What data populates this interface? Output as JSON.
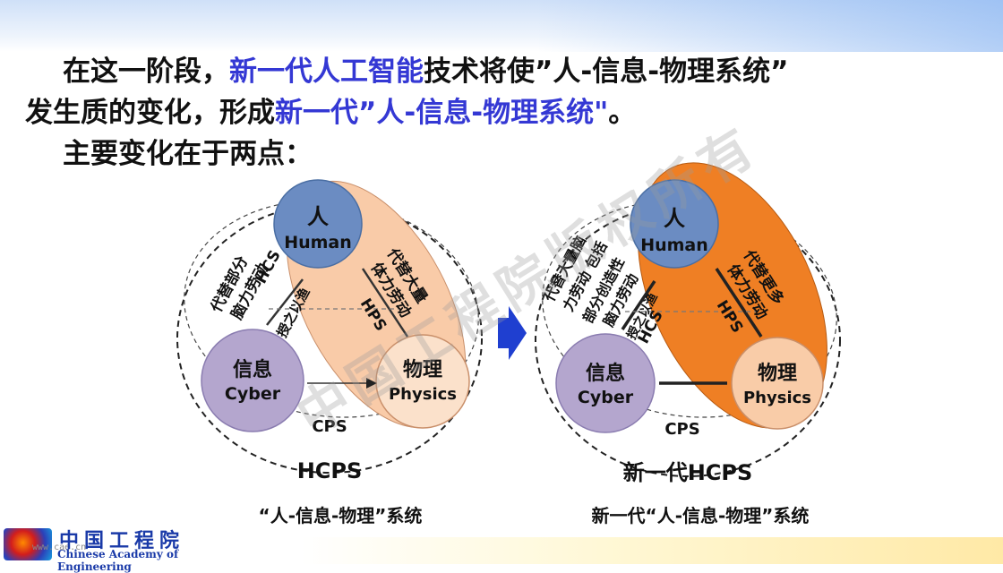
{
  "intro": {
    "line1_a": "在这一阶段，",
    "line1_b": "新一代人工智能",
    "line1_c": "技术将使”人-信息-物理系统”",
    "line2_a": "发生质的变化，形成",
    "line2_b": "新一代”人-信息-物理系统\"",
    "line2_c": "。",
    "line3": "主要变化在于两点："
  },
  "left_diagram": {
    "human_cn": "人",
    "human_en": "Human",
    "cyber_cn": "信息",
    "cyber_en": "Cyber",
    "physics_cn": "物理",
    "physics_en": "Physics",
    "hcs": "HCS",
    "hps": "HPS",
    "cps": "CPS",
    "outer": "HCPS",
    "caption": "“人-信息-物理”系统",
    "label_left_1": "代替部分",
    "label_left_2": "脑力劳动",
    "label_right_1": "代替大量",
    "label_right_2": "体力劳动",
    "label_mid": "授之以渔"
  },
  "right_diagram": {
    "human_cn": "人",
    "human_en": "Human",
    "cyber_cn": "信息",
    "cyber_en": "Cyber",
    "physics_cn": "物理",
    "physics_en": "Physics",
    "hcs": "HCS",
    "hps": "HPS",
    "cps": "CPS",
    "outer": "新一代HCPS",
    "caption": "新一代“人-信息-物理”系统",
    "label_left_1": "代替大量脑",
    "label_left_2": "力劳动 包括",
    "label_left_3": "部分创造性",
    "label_left_4": "脑力劳动",
    "label_right_1": "代替更多",
    "label_right_2": "体力劳动",
    "label_mid": "授之以渔"
  },
  "watermark": "中国工程院版权所有",
  "logo": {
    "cn": "中国工程院",
    "en": "Chinese Academy of Engineering",
    "url": "www.cae.cn"
  },
  "colors": {
    "accent": "#3438d4",
    "human": "#6b8cc2",
    "cyber": "#b4a6ce",
    "physics_left": "#fbe1cb",
    "ellipse_left": "#f9cba8",
    "ellipse_right": "#ef7f24",
    "physics_right": "#f9cca8",
    "transition_arrow": "#1f3fd0"
  }
}
